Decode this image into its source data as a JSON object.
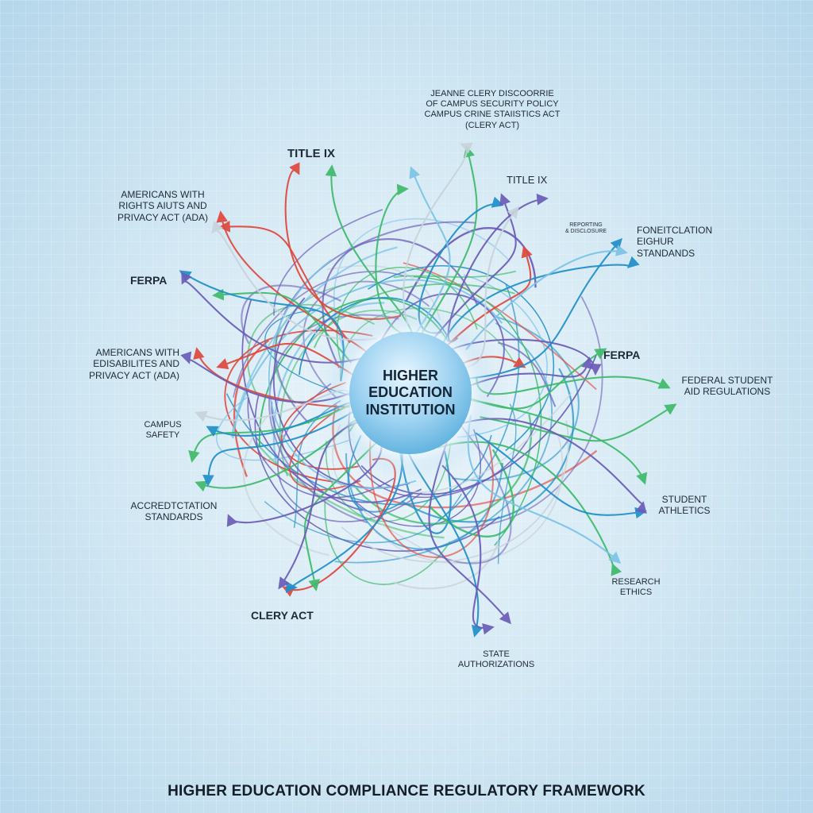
{
  "hub": {
    "label": "HIGHER\nEDUCATION\nINSTITUTION"
  },
  "labels": {
    "clery_full": "JEANNE CLERY DISCOORRIE\nOF CAMPUS SECURITY POLICY\nCAMPUS CRINE STAIISTICS ACT\n(CLERY ACT)",
    "title_ix_left": "TITLE IX",
    "title_ix_right": "TITLE IX",
    "ada_top": "AMERICANS WITH\nRIGHTS AIUTS AND\nPRIVACY ACT (ADA)",
    "reporting": "REPORTING\n& DISCLOSURE",
    "accreditation_right": "FONEITCLATION\nEIGHUR\nSTANDANDS",
    "ferpa_left": "FERPA",
    "ferpa_right": "FERPA",
    "ada_mid": "AMERICANS WITH\nEDISABILITES AND\nPRIVACY ACT (ADA)",
    "federal_aid": "FEDERAL STUDENT\nAID REGULATIONS",
    "campus_safety": "CAMPUS\nSAFETY",
    "accreditation_left": "ACCREDTCTATION\nSTANDARDS",
    "student_athletics": "STUDENT\nATHLETICS",
    "research_ethics": "RESEARCH\nETHICS",
    "clery_act": "CLERY ACT",
    "state_auth": "STATE\nAUTHORIZATIONS"
  },
  "footer": {
    "title": "HIGHER EDUCATION COMPLIANCE REGULATORY FRAMEWORK"
  },
  "colors": {
    "red": "#e0483c",
    "green": "#3dbb6a",
    "blue": "#1f8fc9",
    "purple": "#6a5cb8",
    "lightblue": "#7cc3e6",
    "gray": "#c9d3da"
  }
}
